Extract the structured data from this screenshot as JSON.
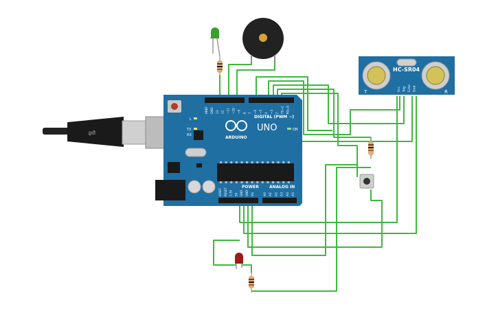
{
  "arduino": {
    "brand": "ARDUINO",
    "model": "UNO",
    "digital_header": "DIGITAL (PWM ~)",
    "power_header": "POWER",
    "analog_header": "ANALOG IN",
    "on_label": "ON",
    "l_label": "L",
    "tx_label": "TX",
    "rx_label": "RX",
    "digital_pins": [
      "AREF",
      "GND",
      "13",
      "12",
      "~11",
      "~10",
      "~9",
      "8",
      "7",
      "~6",
      "~5",
      "4",
      "~3",
      "2",
      "TX→1",
      "RX←0"
    ],
    "power_pins": [
      "IOREF",
      "RESET",
      "3.3V",
      "5V",
      "GND",
      "GND",
      "Vin"
    ],
    "analog_pins": [
      "A0",
      "A1",
      "A2",
      "A3",
      "A4",
      "A5"
    ]
  },
  "sensor": {
    "model": "HC-SR04",
    "left_mark": "T",
    "right_mark": "R",
    "pins": [
      "Vcc",
      "Trig",
      "Echo",
      "Gnd"
    ]
  },
  "colors": {
    "board": "#1f6fa3",
    "wire": "#3db83d",
    "led_green": "#3a9e2a",
    "led_red": "#9e1a14",
    "buzzer": "#222222",
    "sensor_body": "#1f6fa3"
  }
}
